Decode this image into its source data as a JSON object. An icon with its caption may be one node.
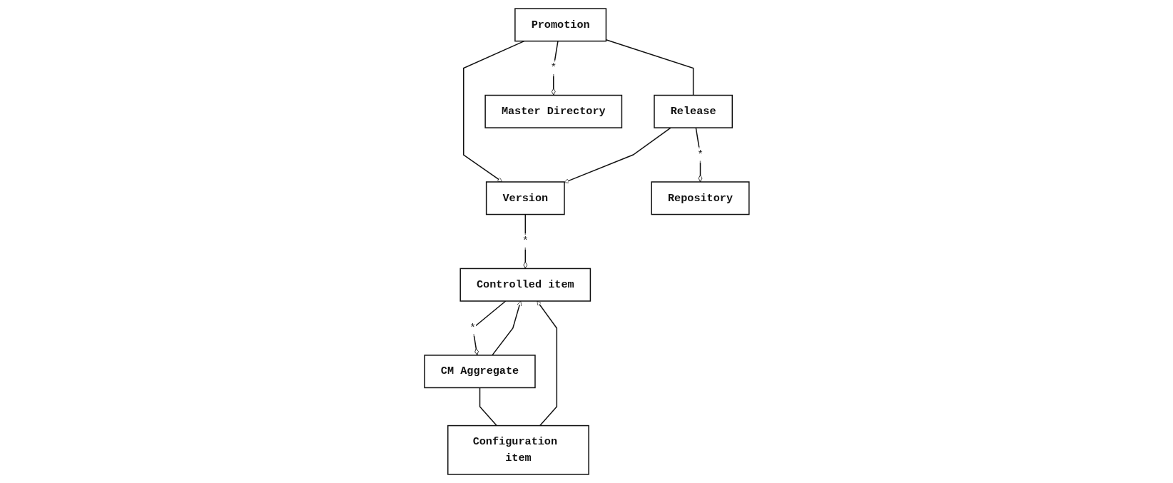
{
  "diagram": {
    "nodes": [
      {
        "text": [
          "Controlled item"
        ]
      },
      {
        "text": [
          "CM Aggregate"
        ]
      },
      {
        "text": [
          "Configuration item"
        ]
      },
      {
        "text": [
          "Version"
        ]
      },
      {
        "text": [
          "Promotion"
        ]
      },
      {
        "text": [
          "Release"
        ]
      },
      {
        "text": [
          "Master Directory"
        ]
      },
      {
        "text": [
          "Repository"
        ]
      }
    ],
    "edges": [
      {
        "from": 1,
        "to": 0,
        "arrow": "other",
        "label": "*"
      },
      {
        "from": 1,
        "to": 0,
        "arrow": "to"
      },
      {
        "from": 2,
        "to": 0,
        "arrow": "to"
      },
      {
        "from": 1,
        "to": 2,
        "arrow": "none"
      },
      {
        "from": 0,
        "to": 3,
        "arrow": "other",
        "label": "*"
      },
      {
        "from": 4,
        "to": 3,
        "arrow": "to"
      },
      {
        "from": 5,
        "to": 3,
        "arrow": "to"
      },
      {
        "from": 4,
        "to": 5,
        "arrow": "none"
      },
      {
        "from": 6,
        "to": 4,
        "arrow": "other",
        "label": "*"
      },
      {
        "from": 7,
        "to": 5,
        "arrow": "other",
        "label": "*"
      }
    ]
  }
}
